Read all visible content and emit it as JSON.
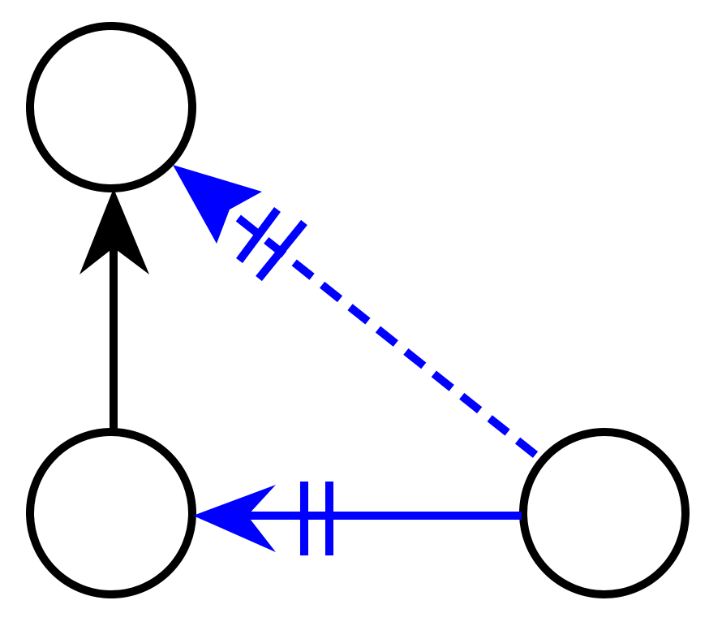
{
  "diagram": {
    "nodes": [
      {
        "id": "top-left",
        "label": ""
      },
      {
        "id": "bottom-left",
        "label": ""
      },
      {
        "id": "bottom-right",
        "label": ""
      }
    ],
    "edges": [
      {
        "from": "bottom-left",
        "to": "top-left",
        "style": "solid",
        "color": "#000000",
        "marker": "none"
      },
      {
        "from": "bottom-right",
        "to": "bottom-left",
        "style": "solid",
        "color": "#0000ff",
        "marker": "double-bar"
      },
      {
        "from": "bottom-right",
        "to": "top-left",
        "style": "dashed",
        "color": "#0000ff",
        "marker": "double-bar"
      }
    ],
    "colors": {
      "node_stroke": "#000000",
      "accent": "#0000ff"
    }
  }
}
